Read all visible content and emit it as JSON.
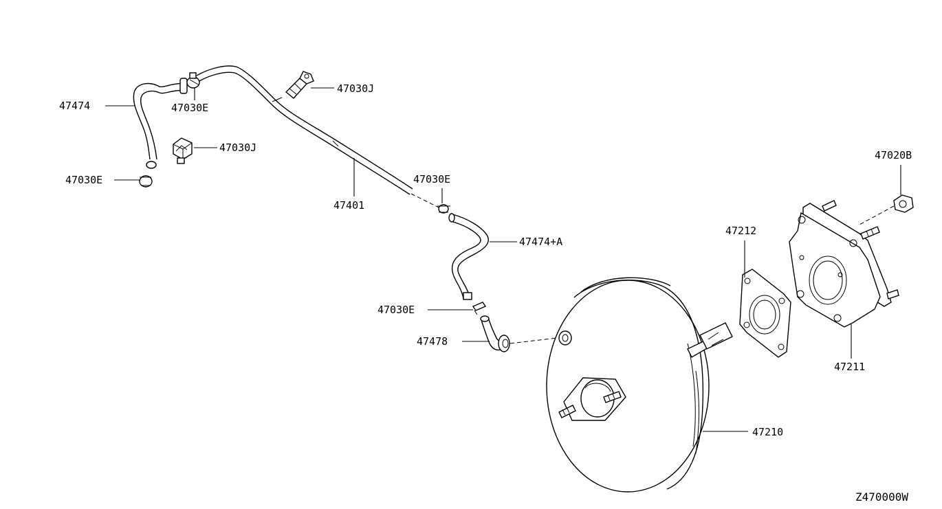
{
  "diagram": {
    "callouts": [
      {
        "id": "c1",
        "label": "47474"
      },
      {
        "id": "c2",
        "label": "47030E"
      },
      {
        "id": "c3",
        "label": "47030J"
      },
      {
        "id": "c4",
        "label": "47030J"
      },
      {
        "id": "c5",
        "label": "47030E"
      },
      {
        "id": "c6",
        "label": "47401"
      },
      {
        "id": "c7",
        "label": "47030E"
      },
      {
        "id": "c8",
        "label": "47474+A"
      },
      {
        "id": "c9",
        "label": "47030E"
      },
      {
        "id": "c10",
        "label": "47478"
      },
      {
        "id": "c11",
        "label": "47212"
      },
      {
        "id": "c12",
        "label": "47020B"
      },
      {
        "id": "c13",
        "label": "47211"
      },
      {
        "id": "c14",
        "label": "47210"
      }
    ],
    "figure_code": "Z470000W"
  }
}
